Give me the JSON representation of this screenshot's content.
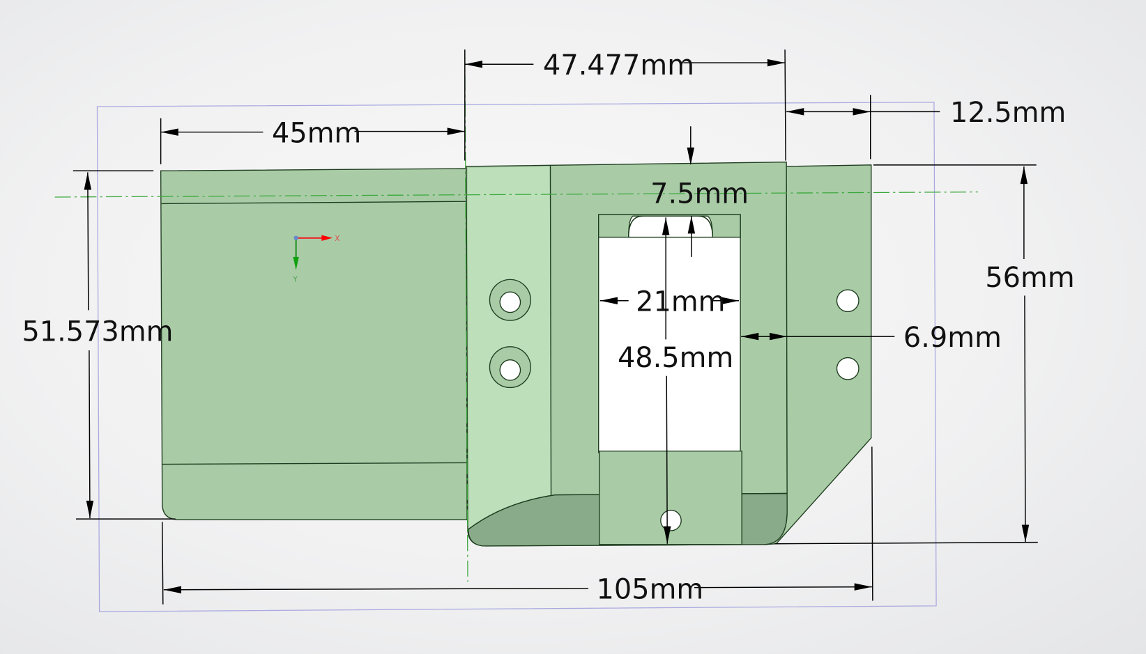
{
  "view": {
    "colors": {
      "part": "#a9cca7",
      "shade": "#8aab89",
      "centerline": "#3aa83a",
      "bounding_box": "#a8a8e0",
      "x_axis": "#e02020",
      "y_axis": "#20a020"
    },
    "triad": {
      "x_label": "X",
      "y_label": "Y"
    }
  },
  "dimensions": {
    "top_width": "47.477mm",
    "left_width": "45mm",
    "right_offset": "12.5mm",
    "window_top": "7.5mm",
    "height_right": "56mm",
    "height_left": "51.573mm",
    "window_width": "21mm",
    "window_height": "48.5mm",
    "wall": "6.9mm",
    "overall_width": "105mm"
  }
}
